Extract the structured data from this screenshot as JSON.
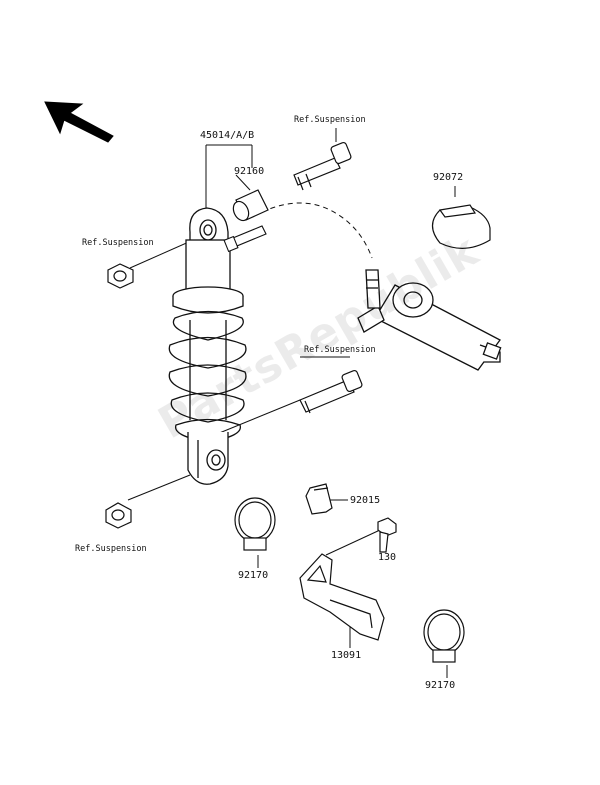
{
  "diagram": {
    "watermark_text": "PartsRepublik",
    "arrow_direction": "front-left",
    "labels": {
      "ref_suspension_top": "Ref.Suspension",
      "shock_absorber": "45014/A/B",
      "collar": "92160",
      "ref_suspension_left": "Ref.Suspension",
      "clamp_top": "92072",
      "ref_suspension_mid": "Ref.Suspension",
      "clip": "92015",
      "bolt": "130",
      "ref_suspension_bottom": "Ref.Suspension",
      "clamp_left": "92170",
      "guard": "13091",
      "clamp_bottom": "92170"
    },
    "colors": {
      "line": "#111111",
      "watermark": "#000000"
    }
  }
}
